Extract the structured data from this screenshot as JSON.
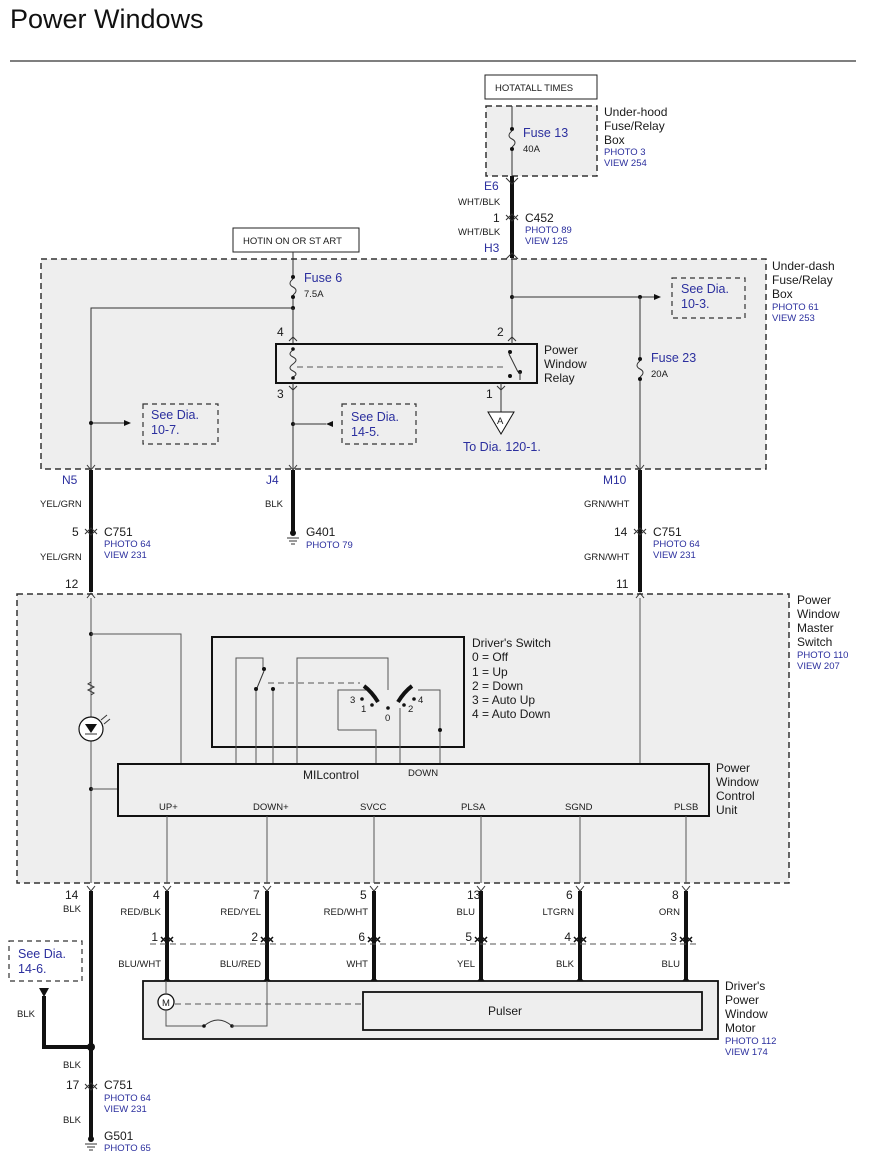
{
  "title": "Power Windows",
  "power_sources": {
    "hot_all_times": "HOTATALL TIMES",
    "hot_in_on_start": "HOTIN ON OR ST ART"
  },
  "underhood_box": {
    "name_lines": [
      "Under-hood",
      "Fuse/Relay",
      "Box"
    ],
    "photo": "PHOTO 3",
    "view": "VIEW 254",
    "fuse": "Fuse 13",
    "fuse_rating": "40A"
  },
  "c452": {
    "pin_top": "E6",
    "wire_top": "WHT/BLK",
    "pin_num": "1",
    "connector": "C452",
    "wire_bottom": "WHT/BLK",
    "photo": "PHOTO 89",
    "view": "VIEW 125",
    "pin_bottom": "H3"
  },
  "underdash_box": {
    "name_lines": [
      "Under-dash",
      "Fuse/Relay",
      "Box"
    ],
    "photo": "PHOTO 61",
    "view": "VIEW 253",
    "fuse6": "Fuse 6",
    "fuse6_rating": "7.5A",
    "fuse23": "Fuse 23",
    "fuse23_rating": "20A",
    "relay_lines": [
      "Power",
      "Window",
      "Relay"
    ],
    "relay_pins": [
      "4",
      "3",
      "2",
      "1"
    ],
    "see_10_3": [
      "See Dia.",
      "10-3."
    ],
    "see_10_7": [
      "See Dia.",
      "10-7."
    ],
    "see_14_5": [
      "See Dia.",
      "14-5."
    ],
    "ground_ref": "A",
    "to_dia": "To Dia. 120-1."
  },
  "upper_terminals": {
    "n5": "N5",
    "j4": "J4",
    "m10": "M10",
    "left_wire_top": "YEL/GRN",
    "mid_wire": "BLK",
    "right_wire_top": "GRN/WHT",
    "c751_left_pin": "5",
    "c751_left_name": "C751",
    "c751_left_photo": "PHOTO 64",
    "c751_left_view": "VIEW 231",
    "left_wire_bottom": "YEL/GRN",
    "left_pin_bottom": "12",
    "g401": "G401",
    "g401_photo": "PHOTO 79",
    "c751_right_pin": "14",
    "c751_right_name": "C751",
    "c751_right_photo": "PHOTO 64",
    "c751_right_view": "VIEW 231",
    "right_wire_bottom": "GRN/WHT",
    "right_pin_bottom": "11"
  },
  "master_switch": {
    "name_lines": [
      "Power",
      "Window",
      "Master",
      "Switch"
    ],
    "photo": "PHOTO 110",
    "view": "VIEW 207",
    "drivers_switch_title": "Driver's Switch",
    "legend": [
      "0 = Off",
      "1 = Up",
      "2 = Down",
      "3 = Auto Up",
      "4 = Auto Down"
    ],
    "switch_positions": [
      "3",
      "1",
      "0",
      "2",
      "4"
    ],
    "control_unit_lines": [
      "Power",
      "Window",
      "Control",
      "Unit"
    ],
    "control_label": "MILcontrol",
    "down_label": "DOWN",
    "terminals": [
      "UP+",
      "DOWN+",
      "SVCC",
      "PLSA",
      "SGND",
      "PLSB"
    ]
  },
  "lower_wires": [
    {
      "pin": "4",
      "top": "RED/BLK",
      "conn": "1",
      "bottom": "BLU/WHT"
    },
    {
      "pin": "7",
      "top": "RED/YEL",
      "conn": "2",
      "bottom": "BLU/RED"
    },
    {
      "pin": "5",
      "top": "RED/WHT",
      "conn": "6",
      "bottom": "WHT"
    },
    {
      "pin": "13",
      "top": "BLU",
      "conn": "5",
      "bottom": "YEL"
    },
    {
      "pin": "6",
      "top": "LTGRN",
      "conn": "4",
      "bottom": "BLK"
    },
    {
      "pin": "8",
      "top": "ORN",
      "conn": "3",
      "bottom": "BLU"
    }
  ],
  "ground_branch": {
    "pin": "14",
    "wire": "BLK",
    "see_14_6": [
      "See Dia.",
      "14-6."
    ],
    "branch_wire": "BLK",
    "wire_after_splice": "BLK",
    "c751_pin": "17",
    "c751_name": "C751",
    "c751_photo": "PHOTO 64",
    "c751_view": "VIEW 231",
    "wire_to_ground": "BLK",
    "g501": "G501",
    "g501_photo": "PHOTO 65"
  },
  "motor": {
    "name_lines": [
      "Driver's",
      "Power",
      "Window",
      "Motor"
    ],
    "photo": "PHOTO 112",
    "view": "VIEW 174",
    "motor_symbol": "M",
    "pulser": "Pulser"
  },
  "colors": {
    "box_fill": "#eeeeee",
    "ref_text": "#2b2f9e",
    "line": "#111111"
  }
}
